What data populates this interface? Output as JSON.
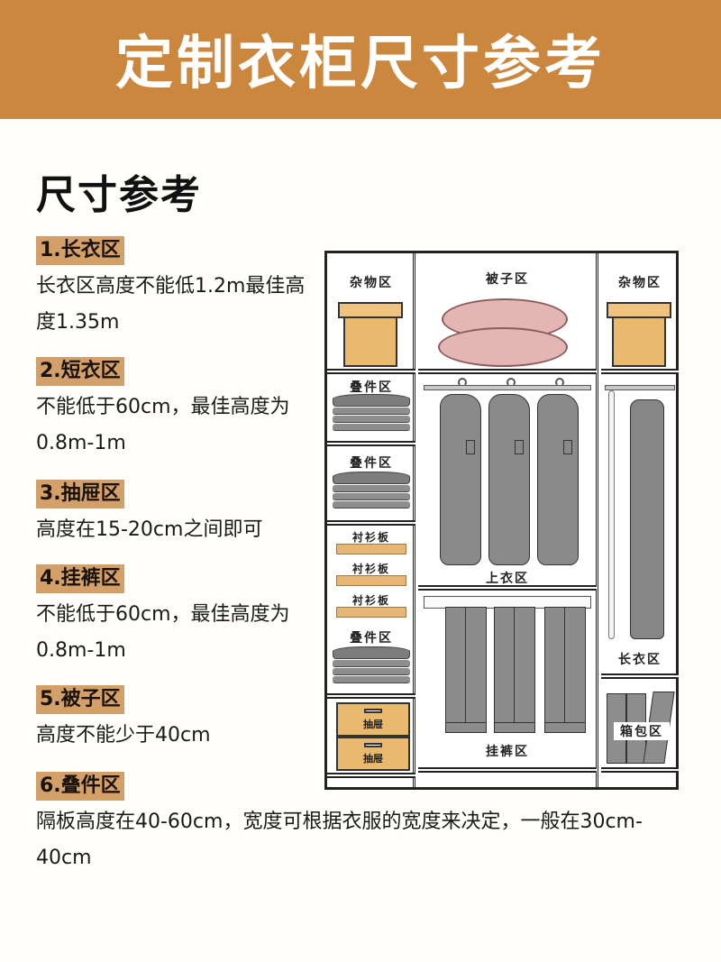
{
  "banner": {
    "title": "定制衣柜尺寸参考",
    "color": "#cc873f"
  },
  "section_title": "尺寸参考",
  "items": [
    {
      "label": "1.长衣区",
      "desc": "长衣区高度不能低1.2m最佳高度1.35m"
    },
    {
      "label": "2.短衣区",
      "desc": "不能低于60cm，最佳高度为0.8m-1m"
    },
    {
      "label": "3.抽屉区",
      "desc": "高度在15-20cm之间即可"
    },
    {
      "label": "4.挂裤区",
      "desc": "不能低于60cm，最佳高度为0.8m-1m"
    },
    {
      "label": "5.被子区",
      "desc": "高度不能少于40cm"
    },
    {
      "label": "6.叠件区",
      "desc": "隔板高度在40-60cm，宽度可根据衣服的宽度来决定，一般在30cm-40cm"
    }
  ],
  "label_color": "#d4a06a",
  "diagram": {
    "left_column": {
      "sundries": "杂物区",
      "folded_1": "叠件区",
      "folded_2": "叠件区",
      "shirt_boards": [
        "衬衫板",
        "衬衫板",
        "衬衫板"
      ],
      "folded_3": "叠件区",
      "drawers": [
        "抽屉",
        "抽屉"
      ]
    },
    "middle_column": {
      "quilt": "被子区",
      "tops": "上衣区",
      "trousers": "挂裤区"
    },
    "right_column": {
      "sundries": "杂物区",
      "long_coat": "长衣区",
      "bags": "箱包区"
    },
    "colors": {
      "box": "#e9b96e",
      "clothes": "#8a8a8a",
      "quilt": "#e3b5b4",
      "board": "#e6b774"
    }
  }
}
